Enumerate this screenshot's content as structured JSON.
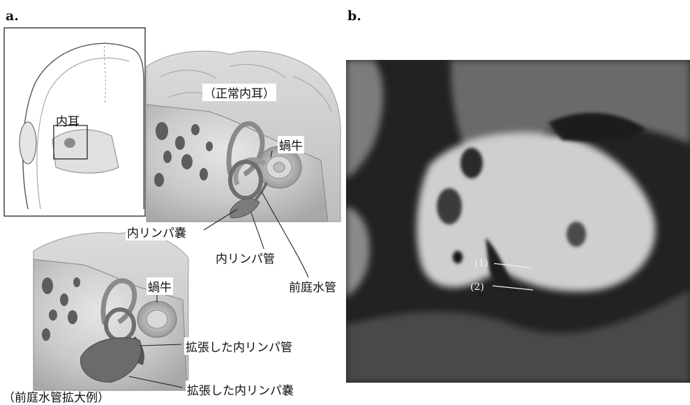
{
  "panels": {
    "a": {
      "label": "a.",
      "inset_label": "内耳",
      "normal_title": "（正常内耳）",
      "normal_cochlea": "蝸牛",
      "normal_endolymphatic_sac": "内リンパ嚢",
      "normal_endolymphatic_duct": "内リンパ管",
      "normal_vestibular_aqueduct": "前庭水管",
      "enlarged_cochlea": "蝸牛",
      "enlarged_duct": "拡張した内リンパ管",
      "enlarged_sac": "拡張した内リンパ嚢",
      "enlarged_title": "（前庭水管拡大例）"
    },
    "b": {
      "label": "b.",
      "marker_1": "(1)",
      "marker_2": "(2)"
    }
  },
  "colors": {
    "bone": "#cfcfcf",
    "bone_shadow": "#8e8e8e",
    "labyrinth": "#bdbdbd",
    "sac": "#6f6f6f",
    "ct_dark": "#1b1b1b",
    "ct_bright": "#d8d8d8"
  }
}
